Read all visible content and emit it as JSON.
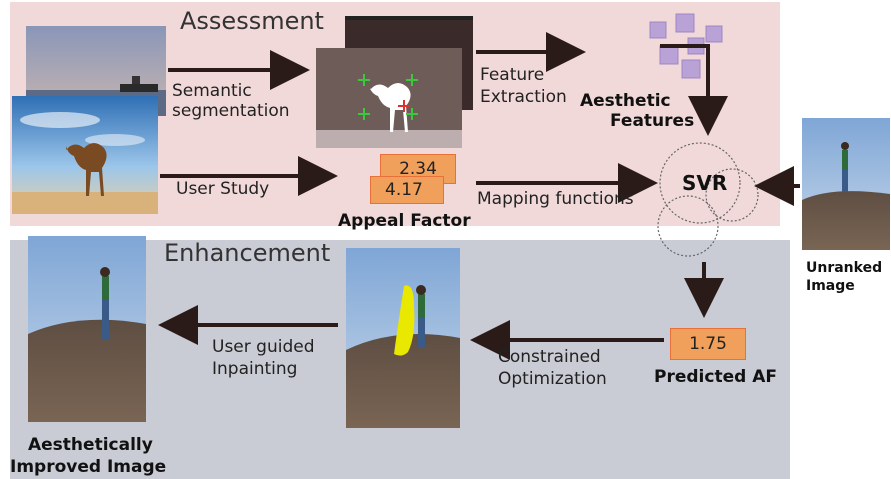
{
  "assessment": {
    "title": "Assessment",
    "semantic_segmentation": [
      "Semantic",
      "segmentation"
    ],
    "feature_extraction": [
      "Feature",
      "Extraction"
    ],
    "aesthetic_features": [
      "Aesthetic",
      "Features"
    ],
    "user_study": "User Study",
    "appeal_factor_values": [
      "2.34",
      "4.17"
    ],
    "appeal_factor_label": "Appeal Factor",
    "mapping_functions": "Mapping functions",
    "svr": "SVR"
  },
  "enhancement": {
    "title": "Enhancement",
    "predicted_value": "1.75",
    "predicted_label": "Predicted AF",
    "constrained_optimization": [
      "Constrained",
      "Optimization"
    ],
    "user_guided_inpainting": [
      "User guided",
      "Inpainting"
    ],
    "result_label": [
      "Aesthetically",
      "Improved Image"
    ]
  },
  "unranked": [
    "Unranked",
    "Image"
  ],
  "colors": {
    "assessment_bg": "#f2d9d9",
    "enhancement_bg": "#c9ccd4",
    "box_fill": "#f0a05a",
    "box_border": "#e8703a",
    "arrow": "#2a1a18"
  }
}
